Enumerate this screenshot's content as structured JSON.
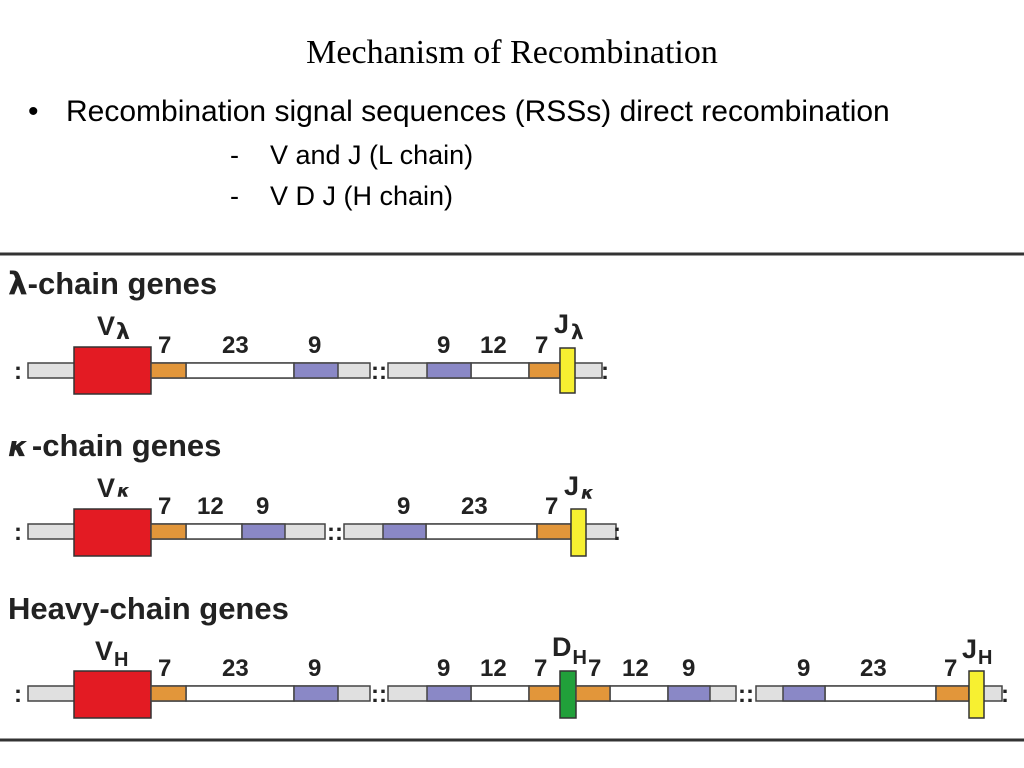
{
  "slide": {
    "title": "Mechanism of Recombination",
    "bullet_marker": "•",
    "bullet": "Recombination signal sequences (RSSs) direct recombination",
    "dash": "-",
    "sub_points": [
      "V and J (L chain)",
      "V D J (H chain)"
    ]
  },
  "diagram": {
    "lambda": {
      "header_greek": "λ",
      "header_text": "-chain genes",
      "v_label": "V",
      "v_sub": "λ",
      "j_label": "J",
      "j_sub": "λ",
      "spacer_labels": [
        "7",
        "23",
        "9",
        "9",
        "12",
        "7"
      ]
    },
    "kappa": {
      "header_greek": "κ",
      "header_text": "-chain genes",
      "v_label": "V",
      "v_sub": "κ",
      "j_label": "J",
      "j_sub": "κ",
      "spacer_labels": [
        "7",
        "12",
        "9",
        "9",
        "23",
        "7"
      ]
    },
    "heavy": {
      "header_text": "Heavy-chain genes",
      "v_label": "V",
      "v_sub": "H",
      "d_label": "D",
      "d_sub": "H",
      "j_label": "J",
      "j_sub": "H",
      "spacer_labels": [
        "7",
        "23",
        "9",
        "9",
        "12",
        "7",
        "7",
        "12",
        "9",
        "9",
        "23",
        "7"
      ]
    },
    "colors": {
      "v_segment": "#e31b23",
      "d_segment": "#21a03a",
      "j_segment": "#f7f031",
      "heptamer": "#e2963a",
      "nonamer": "#8a88c6",
      "dna": "#e0e0e0",
      "spacer": "#ffffff"
    }
  }
}
